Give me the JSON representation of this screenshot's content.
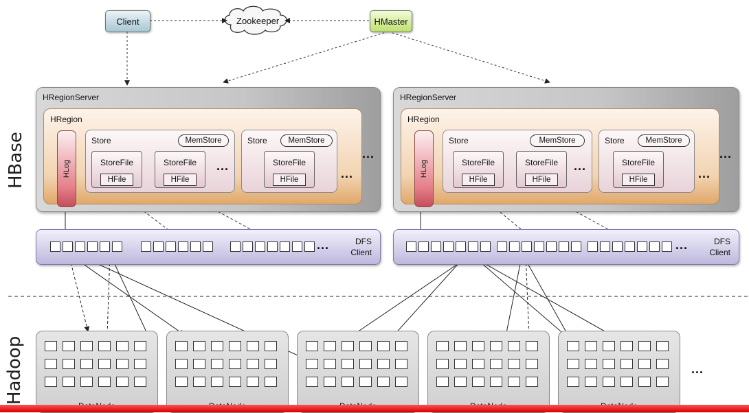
{
  "labels": {
    "client": "Client",
    "zookeeper": "Zookeeper",
    "hmaster": "HMaster",
    "hbase": "HBase",
    "hadoop": "Hadoop",
    "hregionserver": "HRegionServer",
    "hregion": "HRegion",
    "hlog": "HLog",
    "store": "Store",
    "memstore": "MemStore",
    "storefile": "StoreFile",
    "hfile": "HFile",
    "dfs_line1": "DFS",
    "dfs_line2": "Client",
    "datanode": "DataNode",
    "ellipsis": "..."
  },
  "colors": {
    "client": "#a9c6d4",
    "hmaster": "#bfe06e",
    "hlog": "#e47f8a",
    "hregion": "#f2d4b2",
    "dfs": "#bdb8de",
    "accent_bar": "#e00000"
  }
}
